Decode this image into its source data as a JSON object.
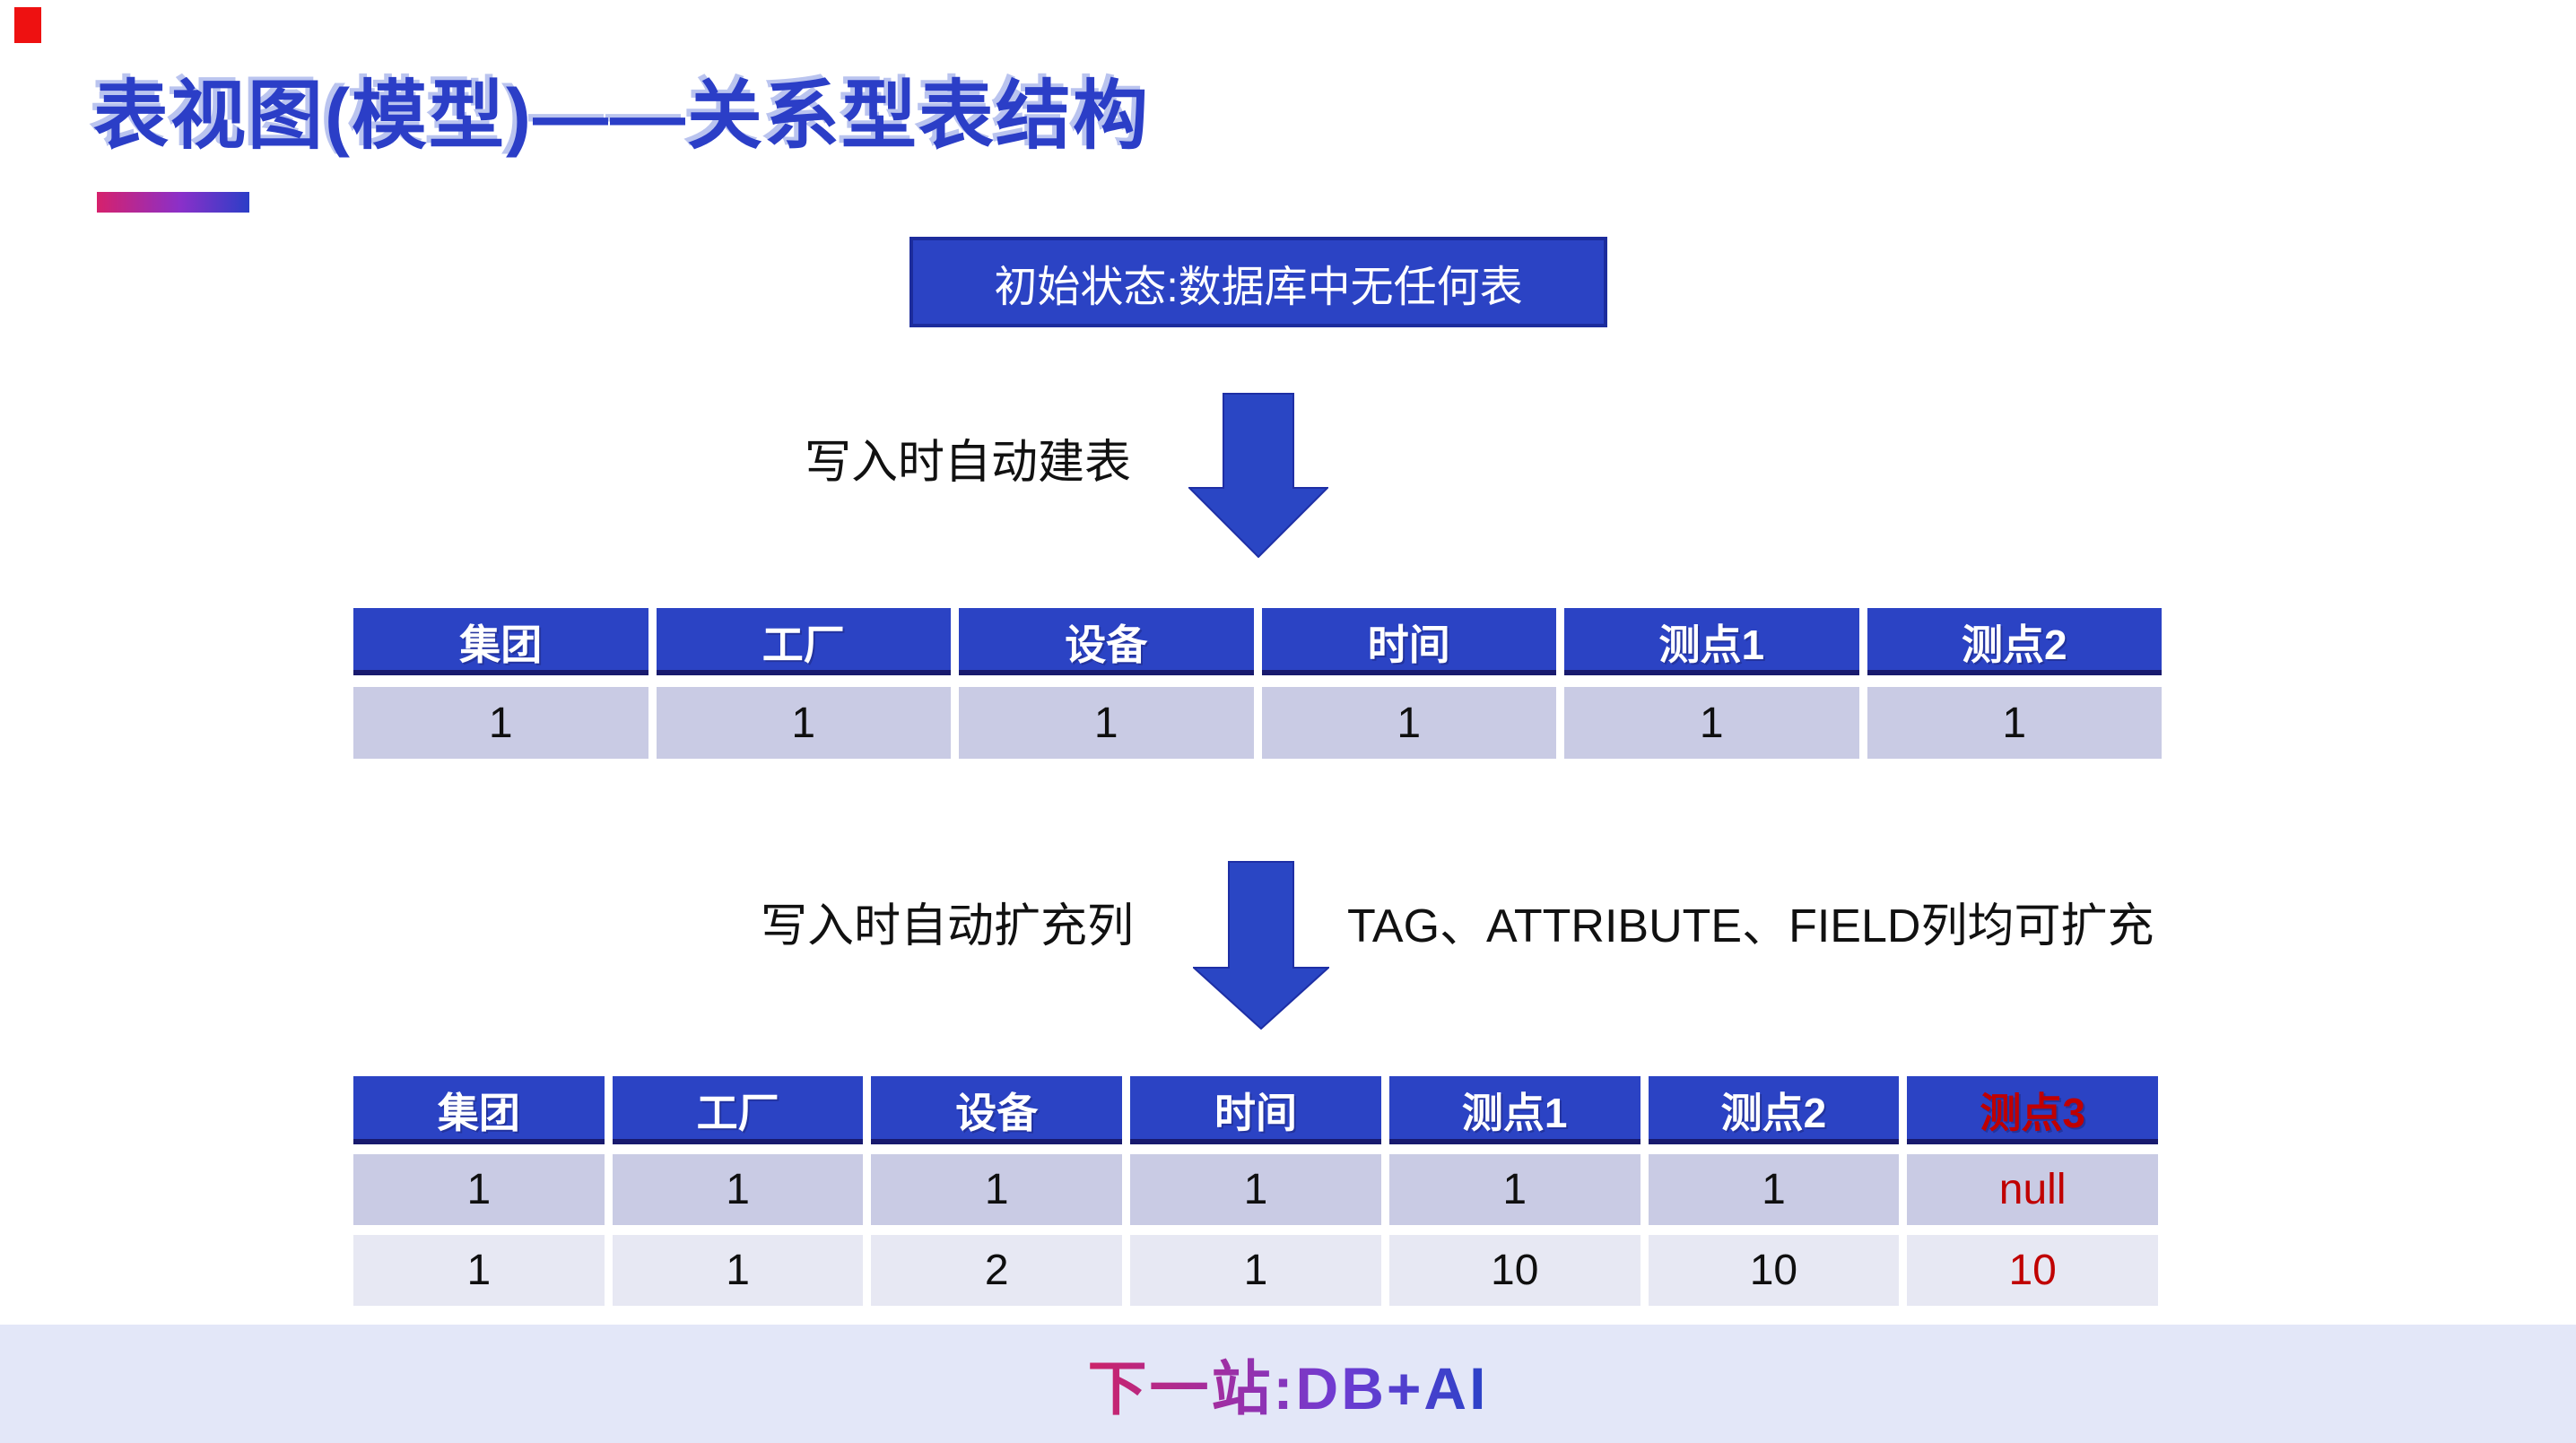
{
  "title": "表视图(模型)——关系型表结构",
  "status_box": "初始状态:数据库中无任何表",
  "step1": {
    "label": "写入时自动建表"
  },
  "step2": {
    "label": "写入时自动扩充列",
    "note": "TAG、ATTRIBUTE、FIELD列均可扩充"
  },
  "footer": {
    "text": "下一站:DB+AI"
  },
  "tables": {
    "initial": {
      "headers": [
        "集团",
        "工厂",
        "设备",
        "时间",
        "测点1",
        "测点2"
      ],
      "rows": [
        [
          "1",
          "1",
          "1",
          "1",
          "1",
          "1"
        ]
      ],
      "accent_last_col": false
    },
    "expanded": {
      "headers": [
        "集团",
        "工厂",
        "设备",
        "时间",
        "测点1",
        "测点2",
        "测点3"
      ],
      "rows": [
        [
          "1",
          "1",
          "1",
          "1",
          "1",
          "1",
          "null"
        ],
        [
          "1",
          "1",
          "2",
          "1",
          "10",
          "10",
          "10"
        ]
      ],
      "accent_last_col": true
    }
  },
  "colors": {
    "primary_blue": "#2b43c4",
    "title_blue": "#2b3ec7",
    "header_underline_navy": "#181a6e",
    "row_dark_lavender": "#c9cbe4",
    "row_light_lavender": "#e7e8f3",
    "accent_red": "#c00000",
    "corner_mark_red": "#ee1111",
    "footer_band_lavender": "#e3e7f8",
    "gradient_pink": "#d6216c",
    "gradient_purple": "#8a30c9",
    "arrow_fill": "#2a46c4",
    "arrow_stroke": "#1e2fa5"
  },
  "icons": {
    "down_arrow": "down-arrow"
  }
}
